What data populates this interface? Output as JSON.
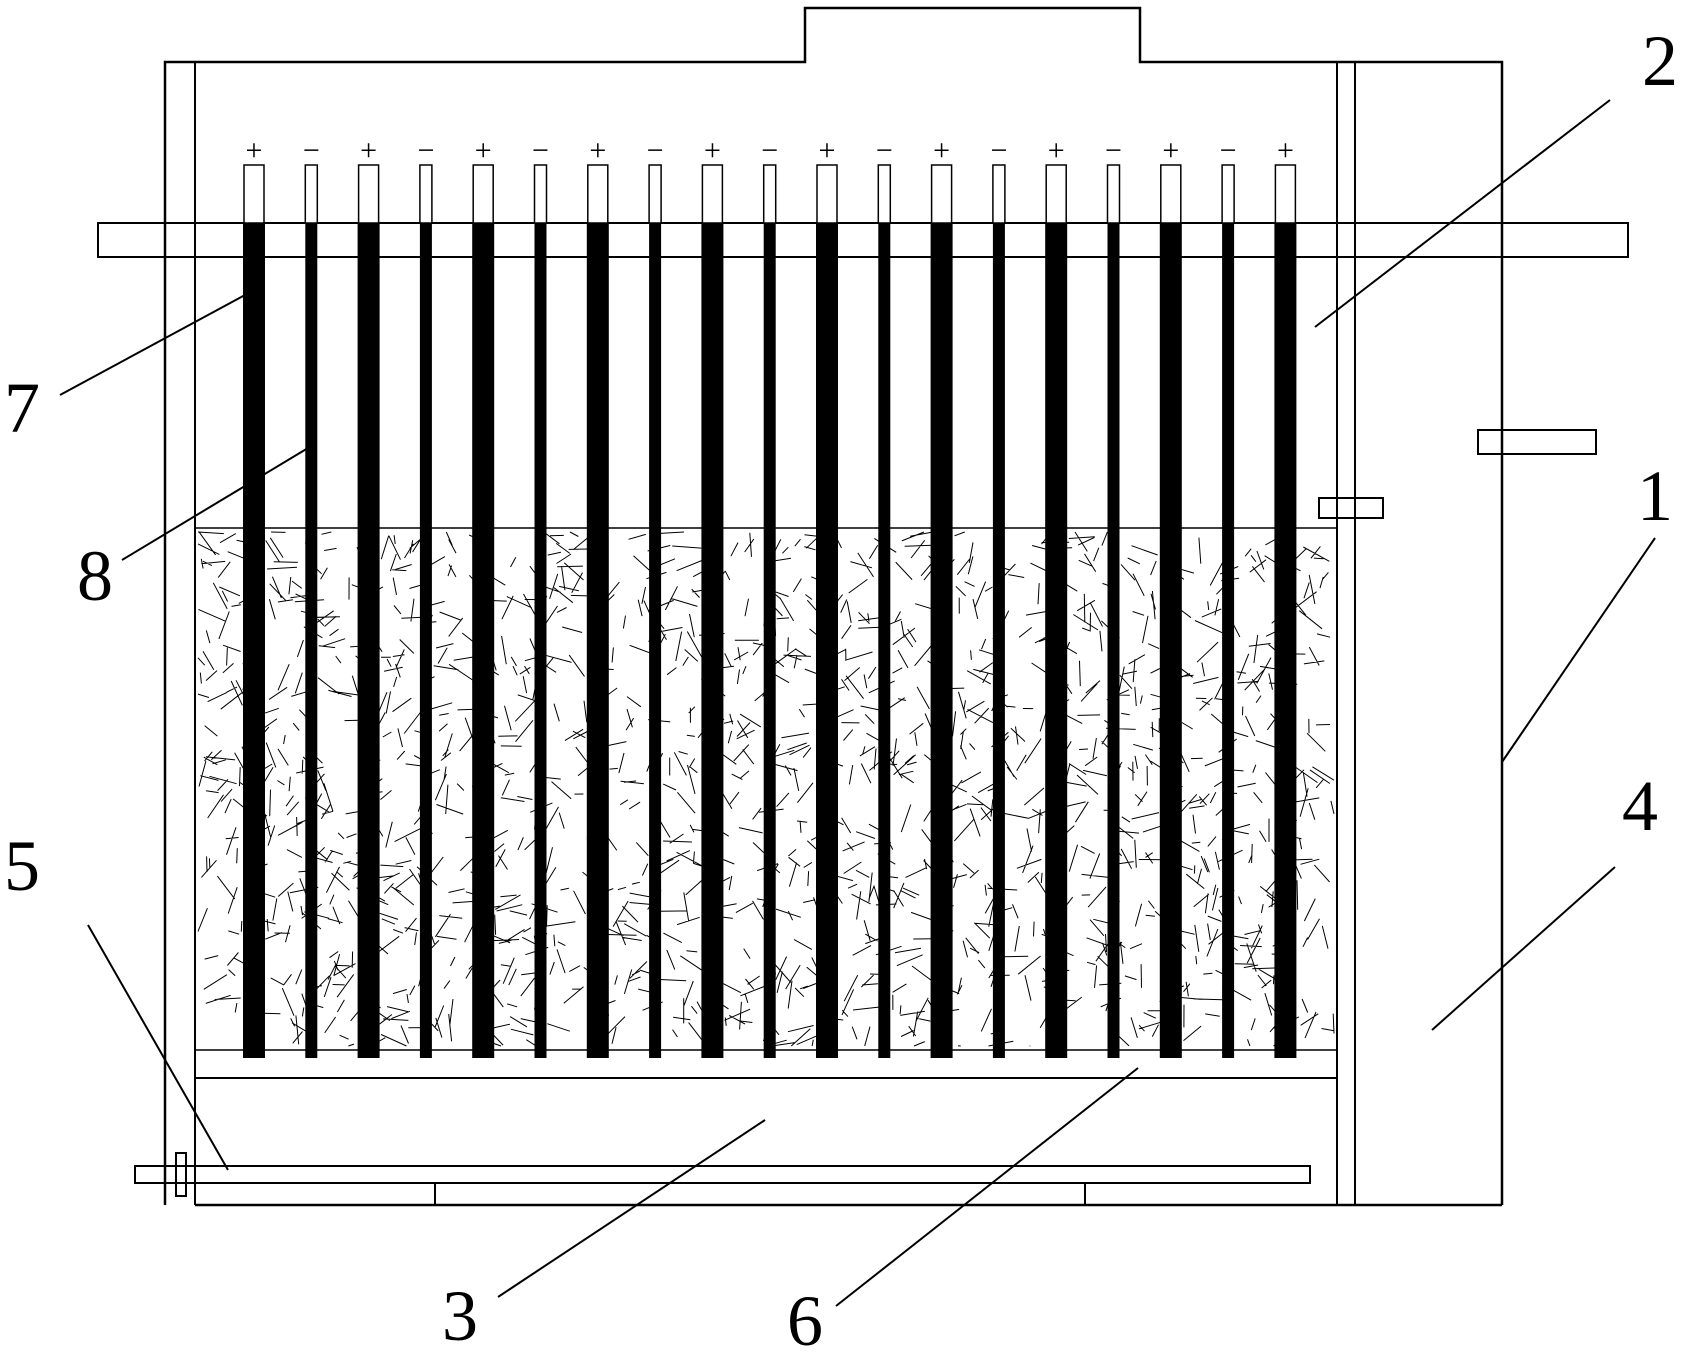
{
  "callouts": [
    {
      "id": "1",
      "text": "1"
    },
    {
      "id": "2",
      "text": "2"
    },
    {
      "id": "3",
      "text": "3"
    },
    {
      "id": "4",
      "text": "4"
    },
    {
      "id": "5",
      "text": "5"
    },
    {
      "id": "6",
      "text": "6"
    },
    {
      "id": "7",
      "text": "7"
    },
    {
      "id": "8",
      "text": "8"
    }
  ],
  "electrode_polarity": [
    "+",
    "−",
    "+",
    "−",
    "+",
    "−",
    "+",
    "−",
    "+",
    "−",
    "+",
    "−",
    "+",
    "−",
    "+",
    "−",
    "+",
    "−",
    "+"
  ],
  "colors": {
    "line": "#000000",
    "background": "#ffffff",
    "electrode": "#000000"
  }
}
